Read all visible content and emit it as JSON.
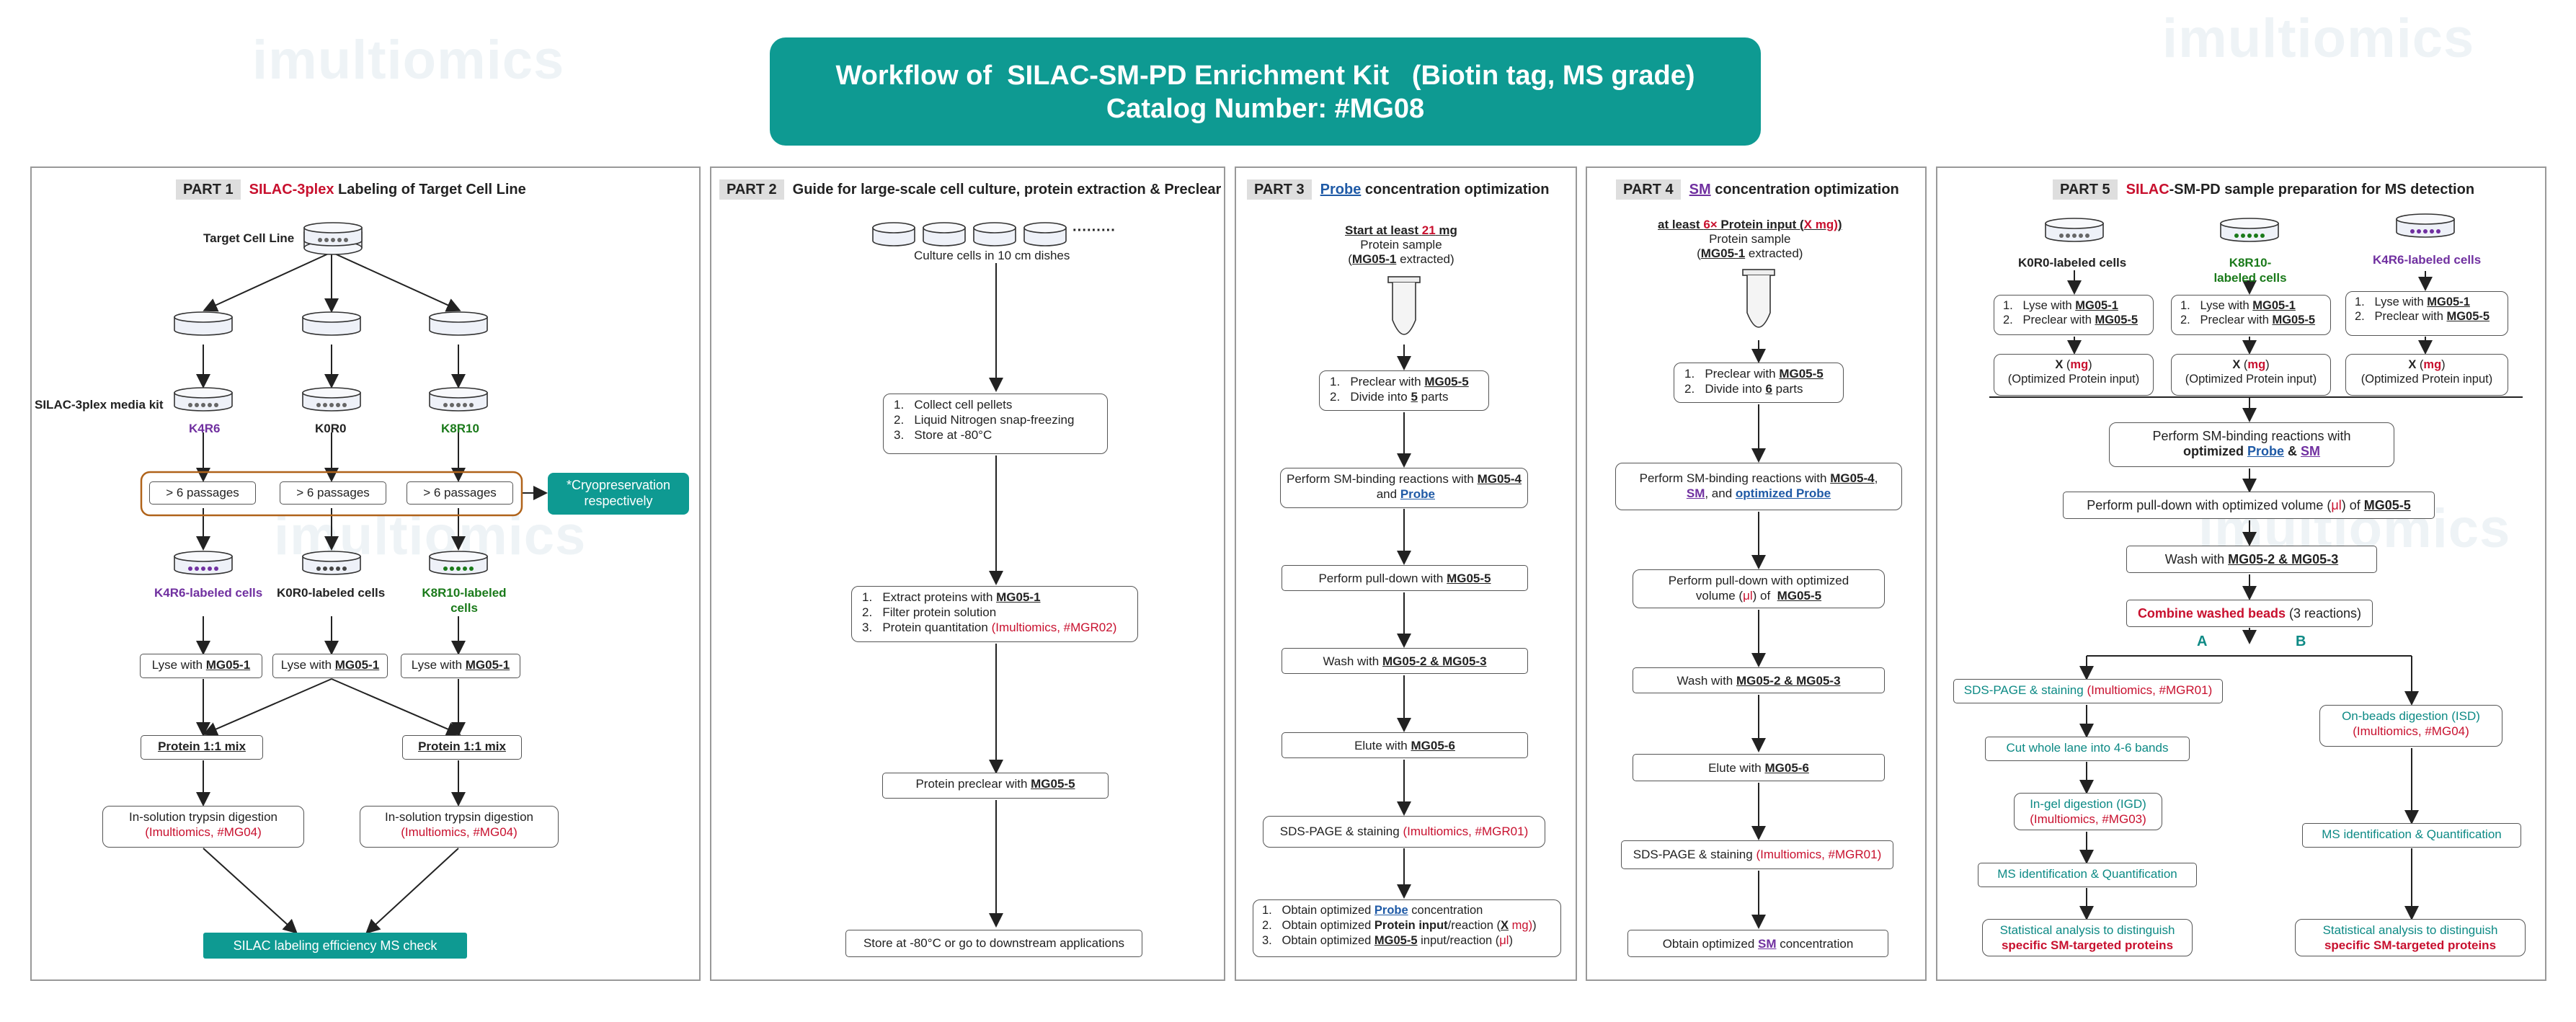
{
  "watermarks": [
    "imultiomics",
    "imultiomics",
    "imultiomics",
    "imultiomics"
  ],
  "title": {
    "line1": "Workflow of  SILAC-SM-PD Enrichment Kit   (Biotin tag, MS grade)",
    "line2": "Catalog Number: #MG08"
  },
  "part1": {
    "tag": "PART 1",
    "title_red": "SILAC-3plex",
    "title_rest": " Labeling of Target Cell Line",
    "target": "Target Cell Line",
    "media_kit": "SILAC-3plex media kit",
    "labels": [
      "K4R6",
      "K0R0",
      "K8R10"
    ],
    "passages": "> 6 passages",
    "cryo": "*Cryopreservation respectively",
    "cells": [
      "K4R6-labeled cells",
      "K0R0-labeled cells",
      "K8R10-labeled cells"
    ],
    "lyse": "Lyse with ",
    "mg0501": "MG05-1",
    "mix": "Protein 1:1 mix",
    "digest": "In-solution trypsin digestion",
    "digest_ref": "(Imultiomics, #MG04)",
    "check": "SILAC labeling efficiency MS check"
  },
  "part2": {
    "tag": "PART 2",
    "title": "Guide for large-scale cell culture, protein extraction & Preclear",
    "dots": "·········",
    "culture": "Culture cells in 10 cm dishes",
    "step1": [
      "1.   Collect cell pellets",
      "2.   Liquid Nitrogen snap-freezing",
      "3.   Store at -80°C"
    ],
    "step2_1": "1.   Extract proteins with ",
    "step2_1b": "MG05-1",
    "step2_2": "2.   Filter protein solution",
    "step2_3": "3.   Protein quantitation ",
    "step2_3r": "(Imultiomics, #MGR02)",
    "preclear": "Protein preclear with ",
    "preclear_b": "MG05-5",
    "store": "Store at -80°C or go to downstream applications"
  },
  "part3": {
    "tag": "PART 3",
    "title_b": "Probe",
    "title_rest": " concentration optimization",
    "start1": "Start at least ",
    "start_num": "21",
    "start2": " mg",
    "sample": "Protein sample",
    "extracted_b": "MG05-1",
    "extracted": " extracted)",
    "s1a": "1.   Preclear with ",
    "s1b": "MG05-5",
    "s2a": "2.   Divide into ",
    "s2b": "5",
    "s2c": " parts",
    "bind1": "Perform SM-binding reactions with ",
    "bind_b1": "MG05-4",
    "bind2": " and ",
    "bind_b2": "Probe",
    "pull": "Perform pull-down with ",
    "pull_b": "MG05-5",
    "wash": "Wash with ",
    "wash_b": "MG05-2 & MG05-3",
    "elute": "Elute with ",
    "elute_b": "MG05-6",
    "sds": "SDS-PAGE & staining ",
    "sds_r": "(Imultiomics, #MGR01)",
    "o1a": "1.   Obtain optimized ",
    "o1b": "Probe",
    "o1c": " concentration",
    "o2a": "2.   Obtain optimized ",
    "o2b": "Protein input",
    "o2c": "/reaction (",
    "o2d": "X",
    "o2e": " mg)",
    "o3a": "3.   Obtain optimized ",
    "o3b": "MG05-5",
    "o3c": " input/reaction (",
    "o3d": "μl",
    "o3e": ")"
  },
  "part4": {
    "tag": "PART 4",
    "title_b": "SM",
    "title_rest": " concentration optimization",
    "start1": "at least ",
    "start_num": "6×",
    "start2": " Protein input (",
    "start_x": "X",
    "start3": " mg)",
    "sample": "Protein sample",
    "extracted_b": "MG05-1",
    "extracted": " extracted)",
    "s1a": "1.   Preclear with ",
    "s1b": "MG05-5",
    "s2a": "2.   Divide into ",
    "s2b": "6",
    "s2c": " parts",
    "bind1": "Perform SM-binding reactions with ",
    "bind_b1": "MG05-4",
    "bind_b2": "SM",
    "bind3": ", and ",
    "bind_b3": "optimized Probe",
    "pull1": "Perform pull-down with optimized",
    "pull2a": "volume (",
    "pull2b": "μl",
    "pull2c": ") of  ",
    "pull_b": "MG05-5",
    "wash": "Wash with ",
    "wash_b": "MG05-2 & MG05-3",
    "elute": "Elute with ",
    "elute_b": "MG05-6",
    "sds": "SDS-PAGE & staining ",
    "sds_r": "(Imultiomics, #MGR01)",
    "obtain": "Obtain optimized ",
    "obtain_b": "SM",
    "obtain_c": " concentration"
  },
  "part5": {
    "tag": "PART 5",
    "title_red": "SILAC",
    "title_rest": "-SM-PD sample preparation for MS detection",
    "cells": [
      "K0R0-labeled cells",
      "K8R10-labeled cells",
      "K4R6-labeled cells"
    ],
    "lyse": "1.   Lyse with ",
    "lyse_b": "MG05-1",
    "pre": "2.   Preclear with ",
    "pre_b": "MG05-5",
    "x": "X",
    "mg": "mg",
    "opt": "(Optimized Protein input)",
    "bind1": "Perform SM-binding reactions with",
    "bind2": "optimized ",
    "bind_probe": "Probe",
    "amp": " & ",
    "bind_sm": "SM",
    "pull1": "Perform pull-down with optimized volume (",
    "pull_ul": "μl",
    "pull2": ") of ",
    "pull_b": "MG05-5",
    "wash": "Wash with ",
    "wash_b": "MG05-2 & MG05-3",
    "combine": "Combine washed beads",
    "combine2": " (3 reactions)",
    "branchA": "A",
    "branchB": "B",
    "sdsA": "SDS-PAGE & staining ",
    "sdsA_r": "(Imultiomics, #MGR01)",
    "cut": "Cut whole lane into 4-6 bands",
    "igd": "In-gel digestion (IGD)",
    "igd_r": "(Imultiomics, #MG03)",
    "msA": "MS identification & Quantification",
    "statA1": "Statistical analysis to distinguish",
    "statA2": "specific SM-targeted proteins",
    "isd": "On-beads digestion (ISD)",
    "isd_r": "(Imultiomics, #MG04)",
    "msB": "MS identification & Quantification",
    "statB1": "Statistical analysis to distinguish",
    "statB2": "specific SM-targeted proteins"
  }
}
